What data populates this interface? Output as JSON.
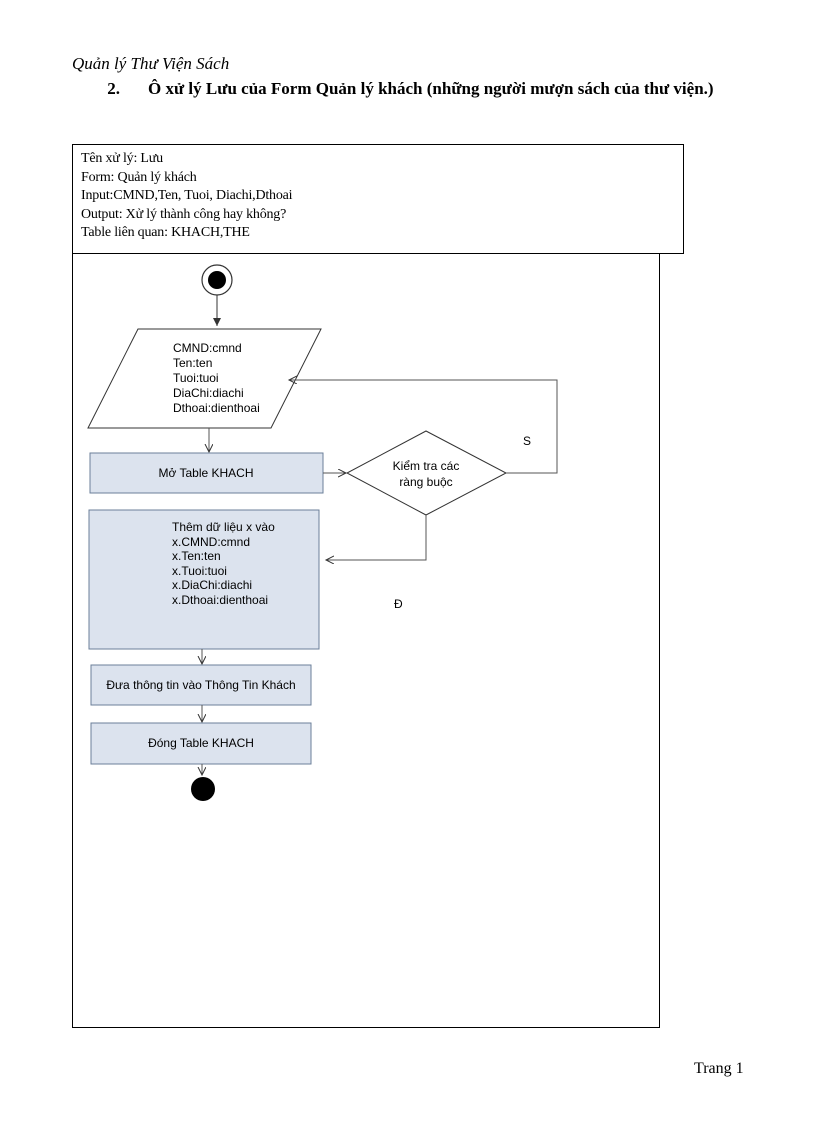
{
  "running_head": "Quản lý Thư Viện Sách",
  "heading": {
    "number": "2.",
    "text": "Ô xử lý Lưu của Form Quản lý khách (những người mượn sách của thư viện.)"
  },
  "info": {
    "lines": [
      "Tên xử lý:  Lưu",
      "Form:  Quản lý  khách",
      "Input:CMND,Ten,  Tuoi,  Diachi,Dthoai",
      "Output:  Xử lý thành  công hay không?",
      "Table liên  quan:  KHACH,THE"
    ]
  },
  "flowchart": {
    "input_lines": [
      "CMND:cmnd",
      "Ten:ten",
      "Tuoi:tuoi",
      "DiaChi:diachi",
      "Dthoai:dienthoai"
    ],
    "open_table": "Mở Table KHACH",
    "decision_lines": [
      "Kiểm tra các",
      "ràng buộc"
    ],
    "label_false": "S",
    "label_true": "Đ",
    "insert_lines": [
      "Thêm dữ liệu x vào",
      "x.CMND:cmnd",
      "x.Ten:ten",
      "x.Tuoi:tuoi",
      "x.DiaChi:diachi",
      "x.Dthoai:dienthoai"
    ],
    "display_info": "Đưa thông tin vào Thông Tin Khách",
    "close_table": "Đóng Table KHACH",
    "colors": {
      "box_fill": "#dce3ee",
      "box_stroke": "#6b7f99",
      "line": "#555555"
    }
  },
  "page_number": "Trang 1"
}
